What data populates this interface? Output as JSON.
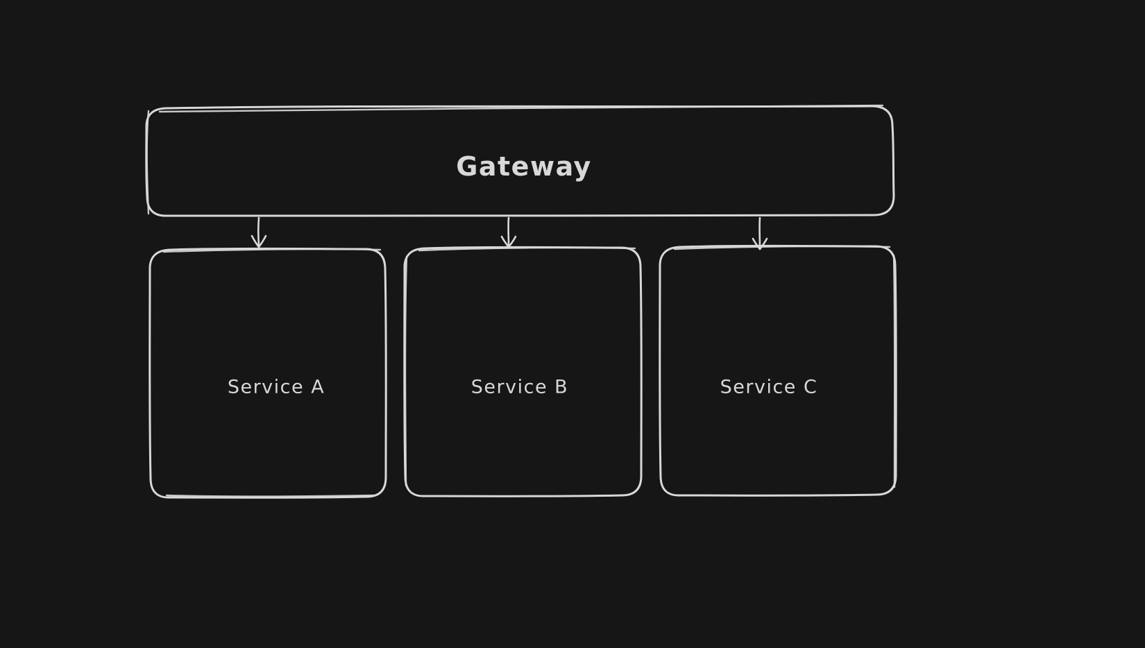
{
  "colors": {
    "background": "#161616",
    "stroke": "#d8d8d8",
    "text": "#d8d8d8"
  },
  "diagram": {
    "type": "architecture-flow",
    "nodes": [
      {
        "id": "gateway",
        "label": "Gateway",
        "shape": "rounded-rectangle"
      },
      {
        "id": "service-a",
        "label": "Service A",
        "shape": "rounded-rectangle"
      },
      {
        "id": "service-b",
        "label": "Service B",
        "shape": "rounded-rectangle"
      },
      {
        "id": "service-c",
        "label": "Service C",
        "shape": "rounded-rectangle"
      }
    ],
    "edges": [
      {
        "from": "gateway",
        "to": "service-a",
        "style": "arrow-down"
      },
      {
        "from": "gateway",
        "to": "service-b",
        "style": "arrow-down"
      },
      {
        "from": "gateway",
        "to": "service-c",
        "style": "arrow-down"
      }
    ]
  }
}
